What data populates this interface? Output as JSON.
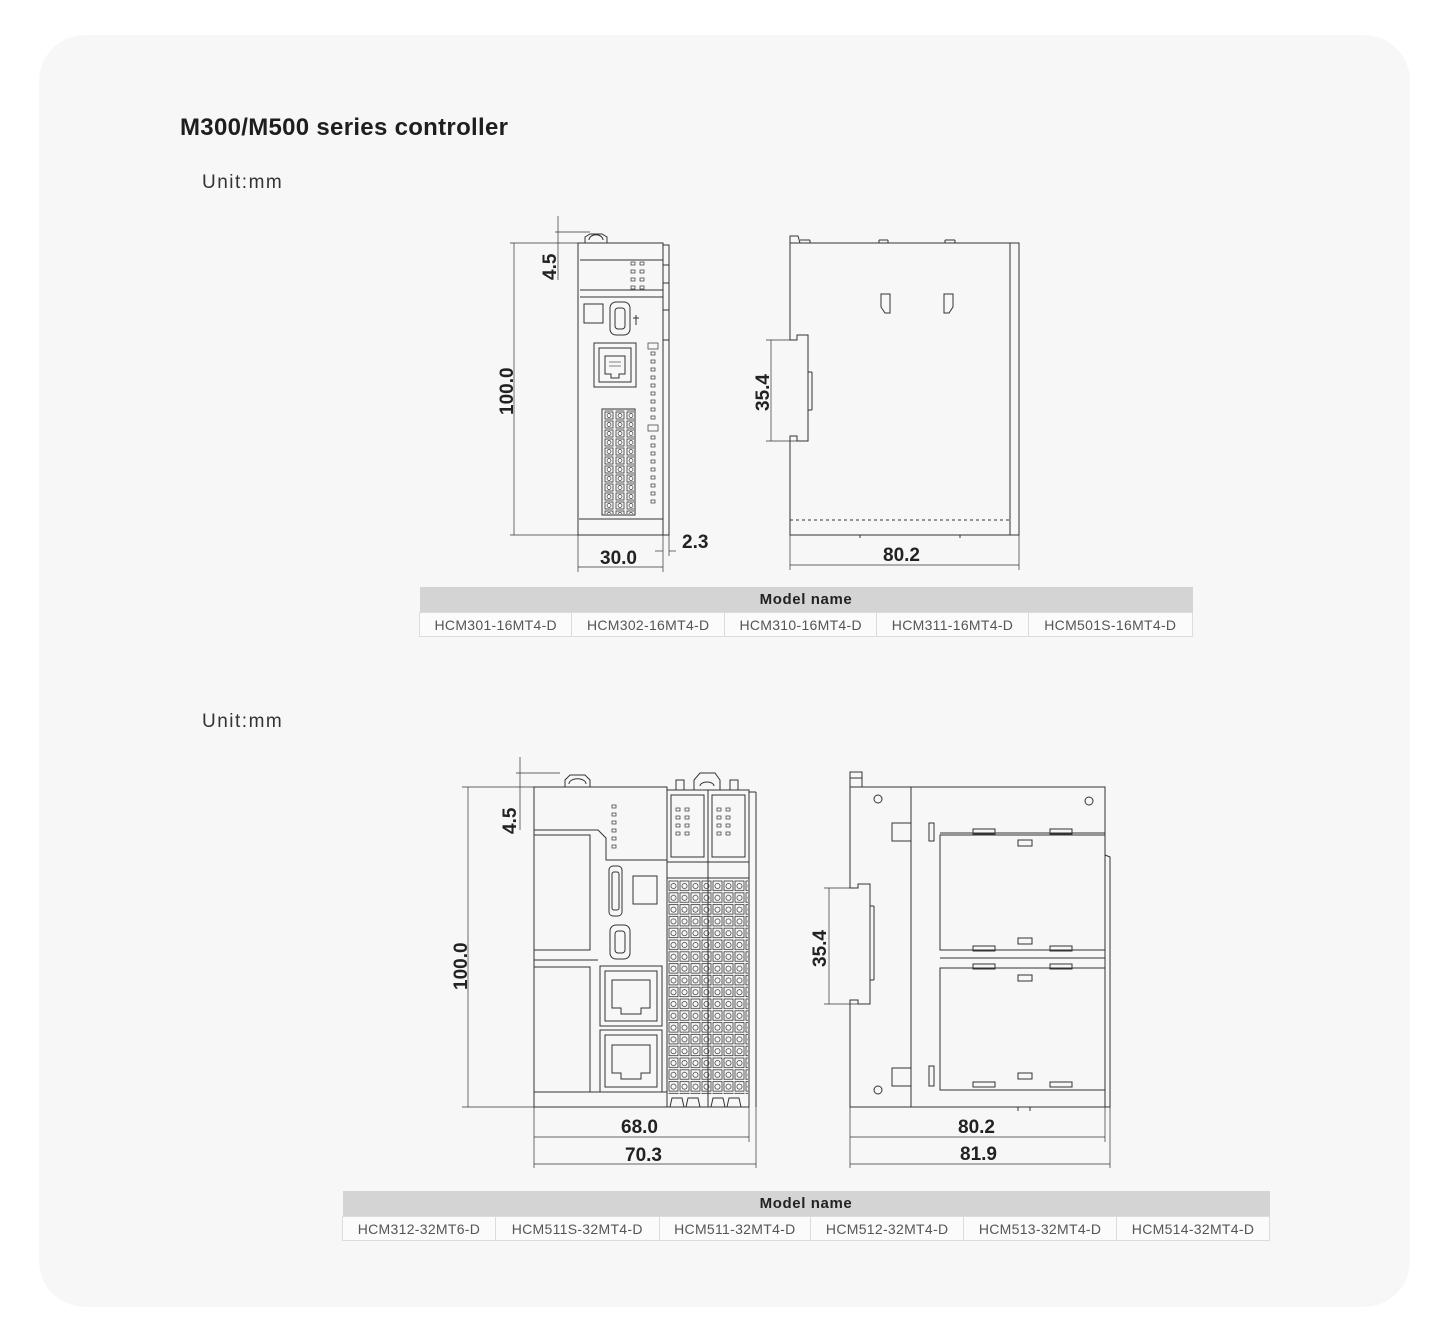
{
  "page": {
    "title": "M300/M500 series controller"
  },
  "sections": [
    {
      "unit_label": "Unit:mm",
      "front_dims": {
        "top_offset": "4.5",
        "height": "100.0",
        "width": "30.0",
        "extra_depth": "2.3"
      },
      "side_dims": {
        "rail": "35.4",
        "depth": "80.2"
      },
      "table": {
        "header": "Model name",
        "models": [
          "HCM301-16MT4-D",
          "HCM302-16MT4-D",
          "HCM310-16MT4-D",
          "HCM311-16MT4-D",
          "HCM501S-16MT4-D"
        ]
      }
    },
    {
      "unit_label": "Unit:mm",
      "front_dims": {
        "top_offset": "4.5",
        "height": "100.0",
        "width_inner": "68.0",
        "width_outer": "70.3"
      },
      "side_dims": {
        "rail": "35.4",
        "depth_inner": "80.2",
        "depth_outer": "81.9"
      },
      "table": {
        "header": "Model name",
        "models": [
          "HCM312-32MT6-D",
          "HCM511S-32MT4-D",
          "HCM511-32MT4-D",
          "HCM512-32MT4-D",
          "HCM513-32MT4-D",
          "HCM514-32MT4-D"
        ]
      }
    }
  ],
  "colors": {
    "panel_bg": "#f7f7f7",
    "line": "#333333",
    "table_header_bg": "#d4d4d4"
  }
}
